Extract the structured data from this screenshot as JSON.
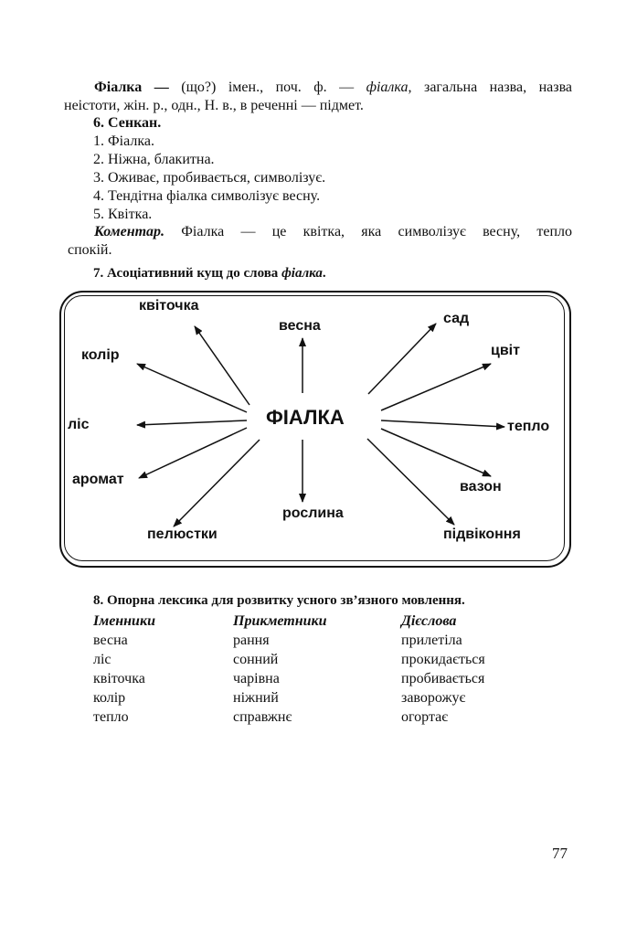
{
  "intro": {
    "term": "Фіалка —",
    "text_before": "  (що?) імен., поч. ф. — ",
    "italic_word": "фіалка",
    "text_after_line1": ", загальна назва, назва",
    "line2": "неістоти,  жін. р.,  одн.,  Н. в.,  в реченні — підмет."
  },
  "section6": {
    "heading": "6. Сенкан.",
    "items": [
      "1. Фіалка.",
      "2. Ніжна, блакитна.",
      "3. Оживає, пробивається, символізує.",
      "4. Тендітна фіалка символізує весну.",
      "5.  Квітка."
    ],
    "comment_label": "Коментар.",
    "comment_line1": " Фіалка — це квітка, яка символізує весну, тепло",
    "comment_line2": "спокій."
  },
  "section7": {
    "heading_prefix": "7. Асоціативний кущ до слова ",
    "heading_italic": "фіалка",
    "heading_suffix": ".",
    "center": "ФІАЛКА",
    "words": {
      "kvitochka": "квіточка",
      "vesna": "весна",
      "sad": "сад",
      "kolir": "колір",
      "tsvit": "цвіт",
      "lis": "ліс",
      "teplo": "тепло",
      "aromat": "аромат",
      "vazon": "вазон",
      "roslyna": "рослина",
      "pelyustky": "пелюстки",
      "pidvikonnya": "підвіконня"
    }
  },
  "section8": {
    "heading": "8. Опорна лексика для розвитку усного зв’язного мовлення.",
    "columns": [
      {
        "header": "Іменники",
        "items": [
          "весна",
          "ліс",
          "квіточка",
          "колір",
          "тепло"
        ]
      },
      {
        "header": "Прикметники",
        "items": [
          "рання",
          "сонний",
          "чарівна",
          "ніжний",
          "справжнє"
        ]
      },
      {
        "header": "Дієслова",
        "items": [
          "прилетіла",
          "прокидається",
          "пробивається",
          "заворожує",
          "огортає"
        ]
      }
    ]
  },
  "page_number": "77"
}
